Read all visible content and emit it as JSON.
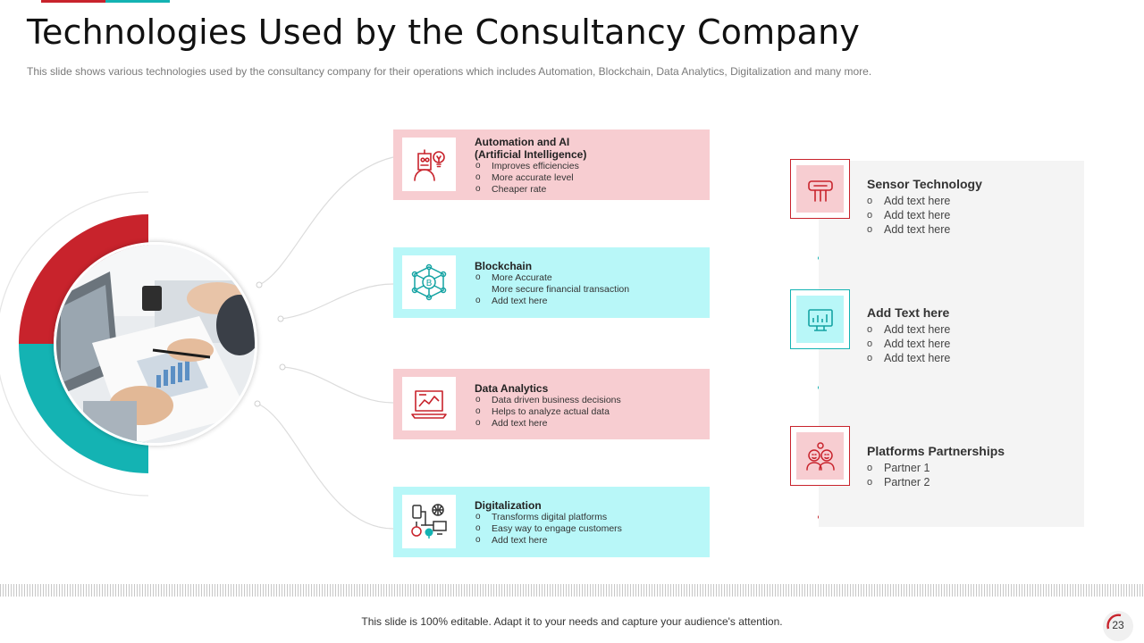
{
  "slide": {
    "title": "Technologies Used by the Consultancy Company",
    "subtitle": "This slide shows various  technologies used by the consultancy company for their operations which includes Automation, Blockchain, Data Analytics, Digitalization and many more.",
    "footer_text": "This slide is 100% editable. Adapt it to your needs and capture your audience's attention.",
    "page_number": "23"
  },
  "colors": {
    "accent_red": "#c8232c",
    "accent_teal": "#14b3b3",
    "card_pink": "#f7cdd1",
    "card_cyan": "#b8f7f8"
  },
  "cards": [
    {
      "icon": "robot-ai-icon",
      "title_lines": [
        "Automation and AI",
        "(Artificial Intelligence)"
      ],
      "bullets": [
        "Improves efficiencies",
        "More accurate level",
        "Cheaper rate"
      ]
    },
    {
      "icon": "blockchain-network-icon",
      "title_lines": [
        "Blockchain"
      ],
      "bullets": [
        "More Accurate",
        "More secure financial transaction",
        "Add text here"
      ]
    },
    {
      "icon": "analytics-laptop-icon",
      "title_lines": [
        "Data Analytics"
      ],
      "bullets": [
        "Data driven business decisions",
        "Helps to analyze actual data",
        "Add text here"
      ]
    },
    {
      "icon": "digital-devices-icon",
      "title_lines": [
        "Digitalization"
      ],
      "bullets": [
        "Transforms digital platforms",
        "Easy way to engage customers",
        "Add text here"
      ]
    }
  ],
  "right_items": [
    {
      "icon": "sensor-chip-icon",
      "title": "Sensor Technology",
      "bullets": [
        "Add text here",
        "Add text here",
        "Add text here"
      ]
    },
    {
      "icon": "monitor-chart-icon",
      "title": "Add Text here",
      "bullets": [
        "Add text here",
        "Add text here",
        "Add text here"
      ]
    },
    {
      "icon": "partners-people-icon",
      "title": "Platforms Partnerships",
      "bullets": [
        "Partner 1",
        "Partner 2"
      ]
    }
  ],
  "bullet_glyph": "o"
}
